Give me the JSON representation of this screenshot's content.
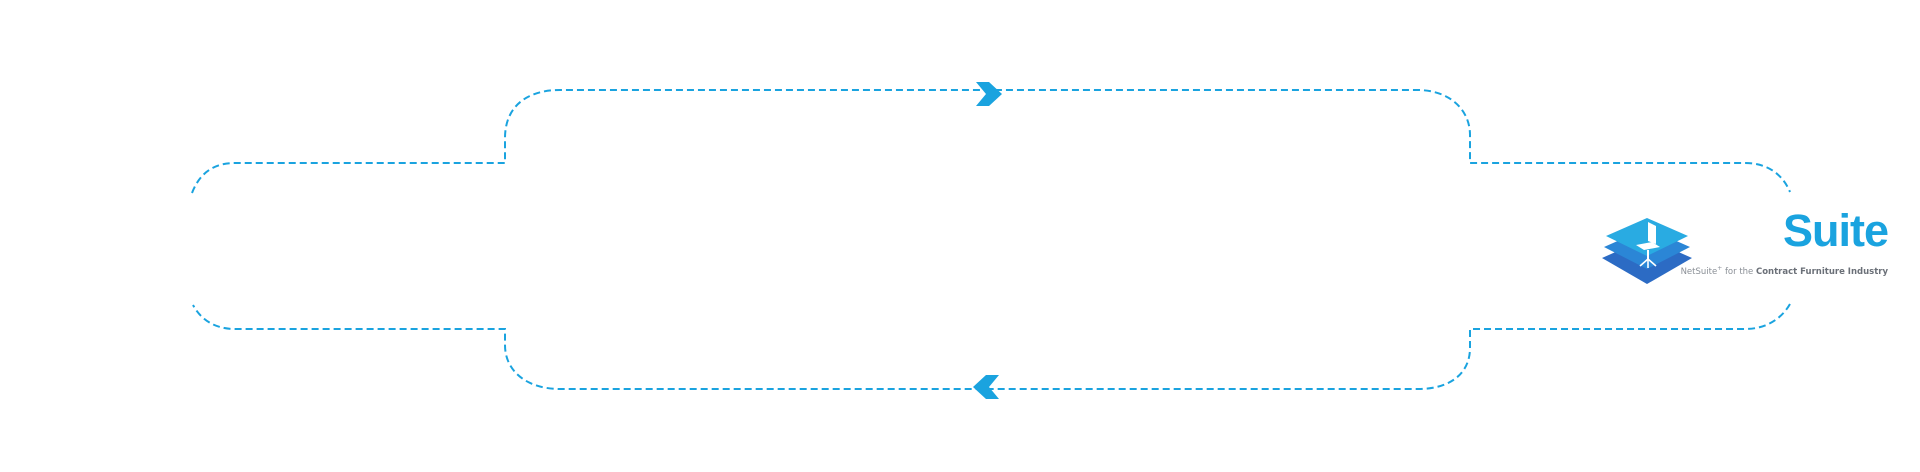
{
  "brand": {
    "name": "Suite",
    "tagline_prefix": "NetSuite",
    "tagline_connector": "for the",
    "tagline_bold": "Contract Furniture Industry",
    "colors": {
      "name": "#1aa3df",
      "icon_top": "#29abe2",
      "icon_bottom": "#2c6bc4",
      "flow_line": "#1aa3df",
      "arrow": "#1aa3df"
    },
    "icon": "office-chair-stack-icon"
  },
  "diagram": {
    "flow": "cyclic",
    "style": "dashed",
    "arrows": [
      "right-arrow-icon",
      "left-arrow-icon"
    ]
  }
}
